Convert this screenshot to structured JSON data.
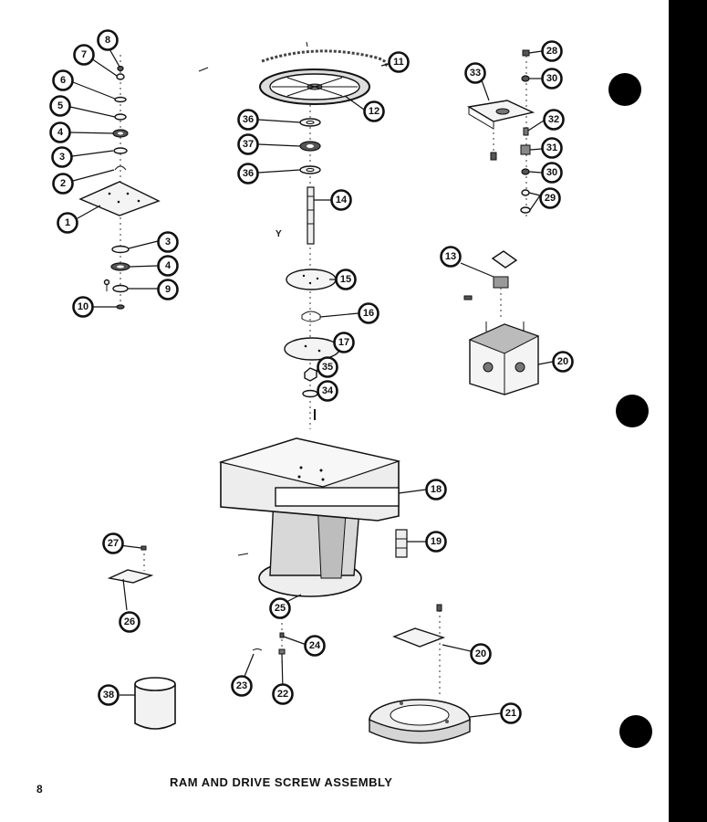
{
  "page": {
    "number": "8"
  },
  "caption": "RAM AND DRIVE SCREW ASSEMBLY",
  "stray_marks": {
    "y_mark": "Y"
  },
  "callouts": [
    "1",
    "2",
    "3",
    "4",
    "5",
    "6",
    "7",
    "8",
    "9",
    "10",
    "11",
    "12",
    "13",
    "14",
    "15",
    "16",
    "17",
    "18",
    "19",
    "20",
    "21",
    "22",
    "23",
    "24",
    "25",
    "26",
    "27",
    "28",
    "29",
    "30",
    "31",
    "32",
    "33",
    "34",
    "35",
    "36",
    "37",
    "38"
  ],
  "colors": {
    "ink": "#111111",
    "background": "#ffffff",
    "band": "#000000"
  }
}
